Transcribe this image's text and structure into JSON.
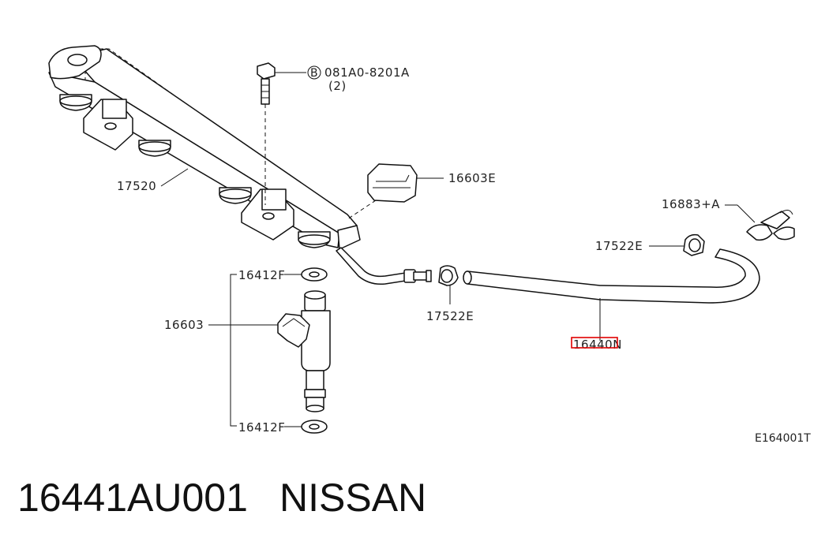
{
  "labels": {
    "bolt_code": "081A0-8201A",
    "bolt_qty": "(2)",
    "bolt_marker": "B",
    "rail": "17520",
    "connector": "16603E",
    "clip_right": "16883+A",
    "clamp_upper": "17522E",
    "clamp_lower": "17522E",
    "hose": "16440N",
    "seal_upper": "16412F",
    "seal_lower": "16412F",
    "injector": "16603",
    "figure_code": "E164001T"
  },
  "caption": {
    "part_number": "16441AU001",
    "brand": "NISSAN"
  },
  "highlight_color": "#e00000"
}
